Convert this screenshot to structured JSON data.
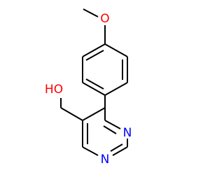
{
  "molecule": {
    "atoms": {
      "oxygen_methoxy": "O",
      "hydroxyl": "HO",
      "nitrogen_1": "N",
      "nitrogen_3": "N"
    },
    "colors": {
      "oxygen": "#ff0000",
      "nitrogen": "#0000ff",
      "bond": "#000000",
      "background": "#ffffff"
    }
  }
}
